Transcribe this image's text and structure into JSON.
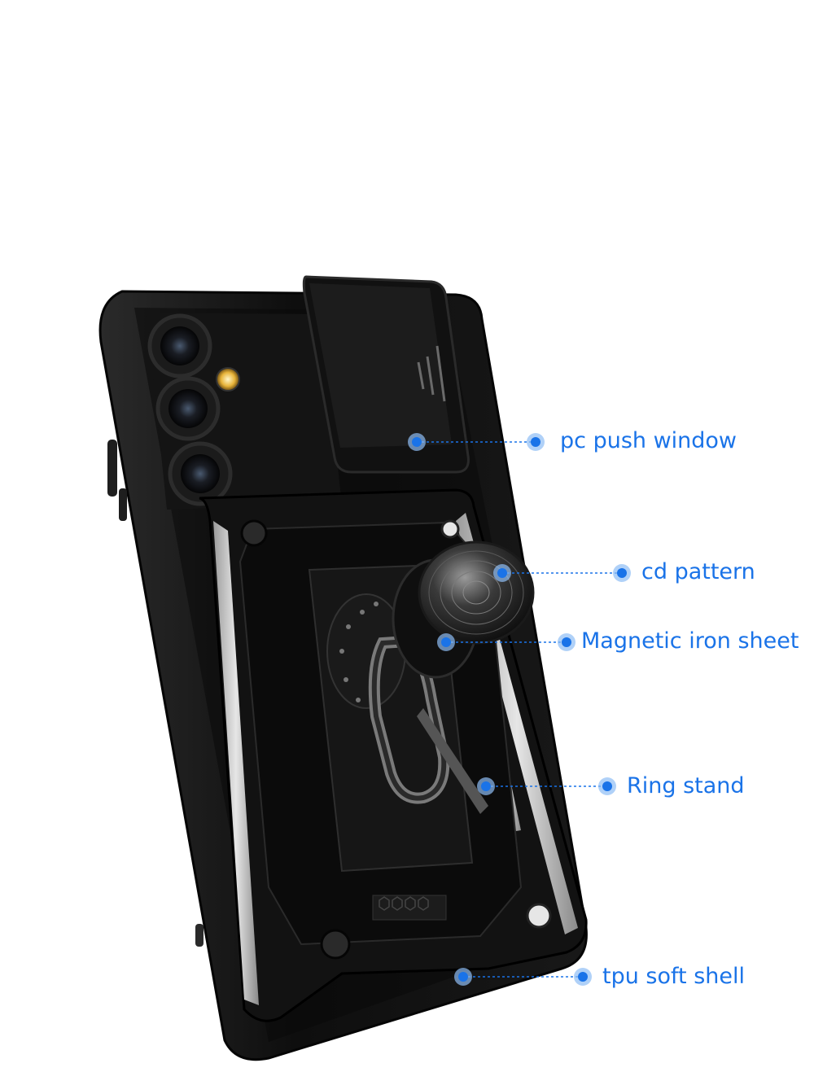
{
  "product": "phone-case-with-camera-slider-and-ring-stand",
  "accent_color": "#1a73e8",
  "callouts": [
    {
      "id": "pc-push-window",
      "text": "pc push window"
    },
    {
      "id": "cd-pattern",
      "text": "cd pattern"
    },
    {
      "id": "magnetic-iron-sheet",
      "text": "Magnetic iron sheet"
    },
    {
      "id": "ring-stand",
      "text": "Ring stand"
    },
    {
      "id": "tpu-soft-shell",
      "text": "tpu soft shell"
    }
  ]
}
